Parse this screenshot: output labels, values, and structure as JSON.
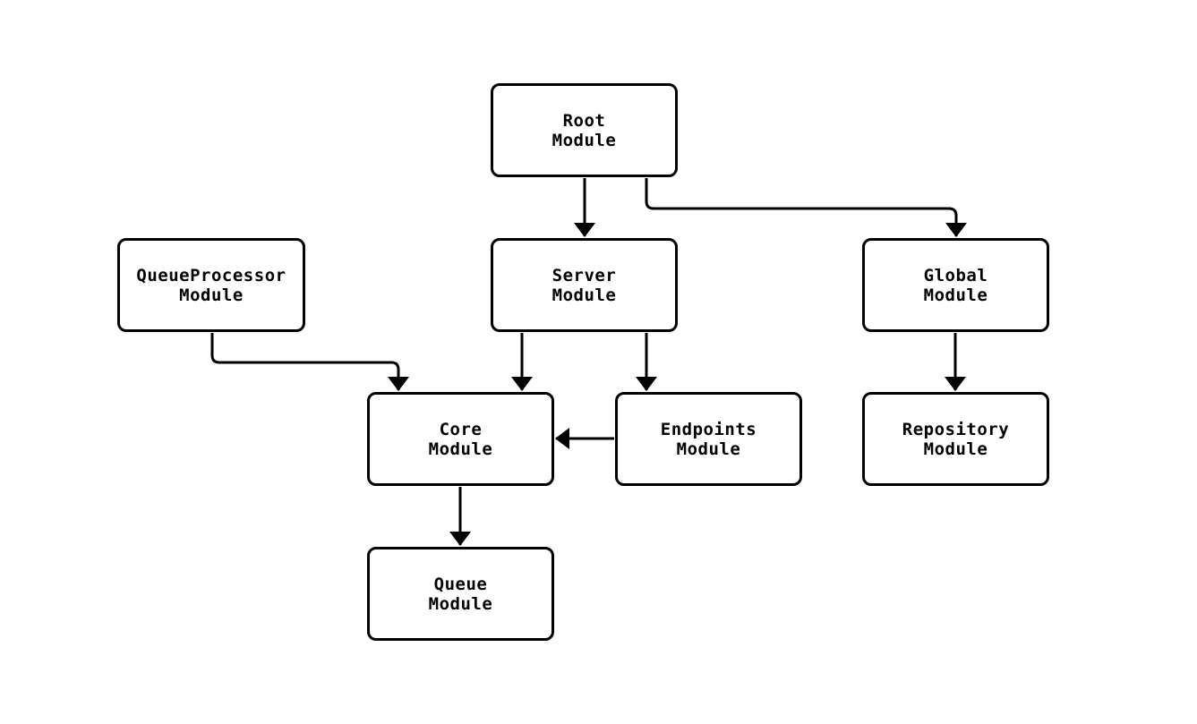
{
  "diagram": {
    "type": "module-dependency-flowchart",
    "background_color": "#ffffff",
    "line_color": "#000000",
    "node_fill_color": "#ffffff",
    "node_border_color": "#000000",
    "nodes": {
      "root": {
        "label": "Root\nModule"
      },
      "queue_processor": {
        "label": "QueueProcessor\nModule"
      },
      "server": {
        "label": "Server\nModule"
      },
      "global": {
        "label": "Global\nModule"
      },
      "core": {
        "label": "Core\nModule"
      },
      "endpoints": {
        "label": "Endpoints\nModule"
      },
      "repository": {
        "label": "Repository\nModule"
      },
      "queue": {
        "label": "Queue\nModule"
      }
    },
    "edges": [
      {
        "from": "Root Module",
        "to": "Server Module"
      },
      {
        "from": "Root Module",
        "to": "Global Module"
      },
      {
        "from": "QueueProcessor Module",
        "to": "Core Module"
      },
      {
        "from": "Server Module",
        "to": "Core Module"
      },
      {
        "from": "Server Module",
        "to": "Endpoints Module"
      },
      {
        "from": "Endpoints Module",
        "to": "Core Module"
      },
      {
        "from": "Global Module",
        "to": "Repository Module"
      },
      {
        "from": "Core Module",
        "to": "Queue Module"
      }
    ]
  }
}
